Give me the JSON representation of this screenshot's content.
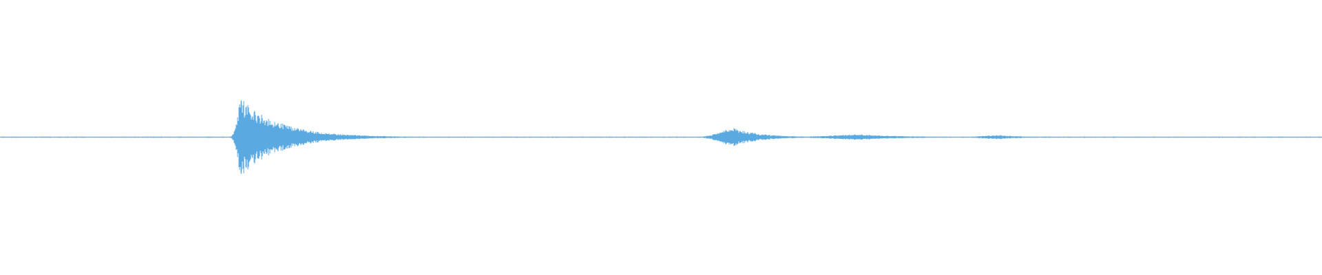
{
  "colors": {
    "background": "#ffffff",
    "waveform": "#5aa9e0"
  },
  "waveform": {
    "duration_fraction_start": 0,
    "duration_fraction_end": 1,
    "baseline_level": 0,
    "max_level": 1,
    "events": [
      {
        "name": "transient-1",
        "center": 0.1825,
        "peak": 0.35,
        "attack": 0.004,
        "decay": 0.03
      },
      {
        "name": "burst-2",
        "center": 0.5555,
        "peak": 0.08,
        "attack": 0.015,
        "decay": 0.02
      },
      {
        "name": "noise-3",
        "center": 0.652,
        "peak": 0.025,
        "attack": 0.034,
        "decay": 0.034
      },
      {
        "name": "noise-4",
        "center": 0.757,
        "peak": 0.018,
        "attack": 0.02,
        "decay": 0.018
      }
    ],
    "noise_floor": 0.004
  }
}
